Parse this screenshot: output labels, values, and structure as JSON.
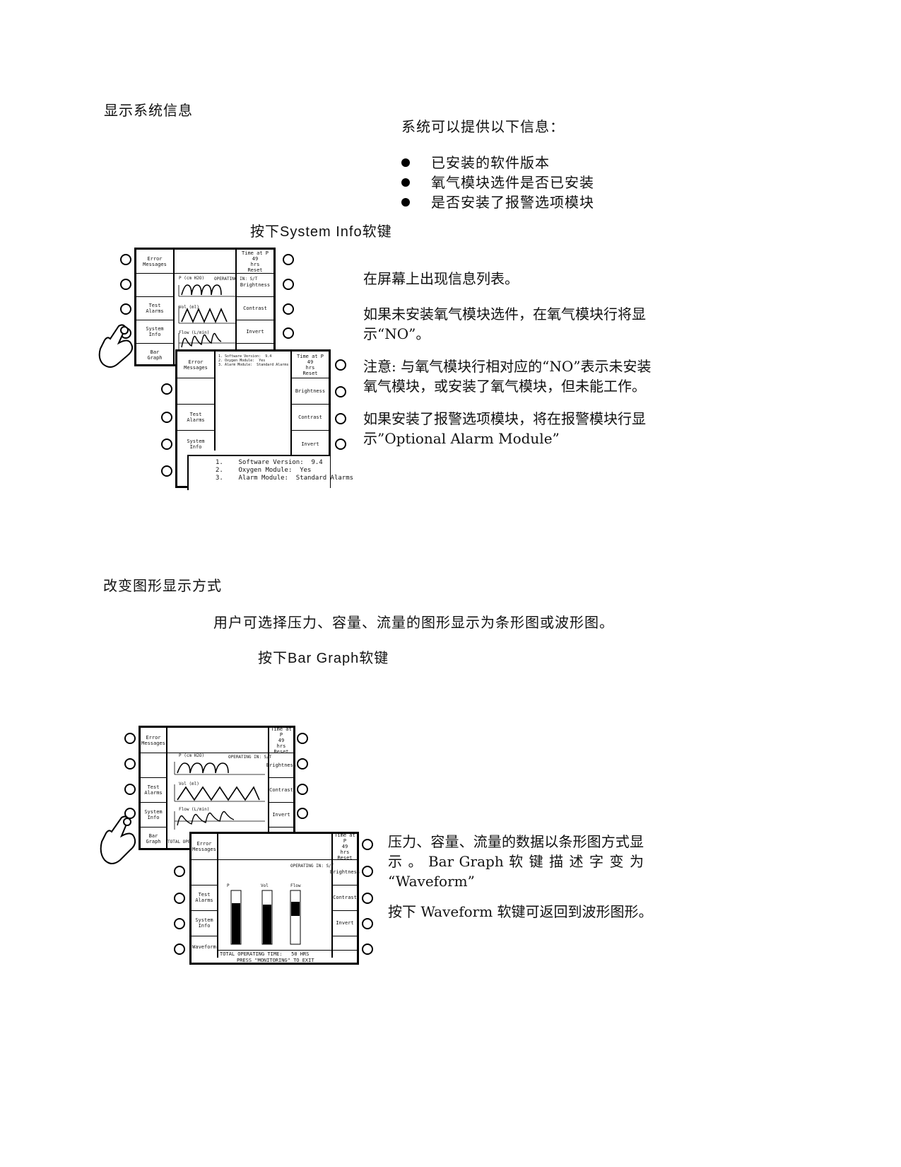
{
  "section1": {
    "title": "显示系统信息",
    "intro": "系统可以提供以下信息：",
    "bullets": [
      "已安装的软件版本",
      "氧气模块选件是否已安装",
      "是否安装了报警选项模块"
    ],
    "instruction_pre": "按下",
    "instruction_key": "System Info",
    "instruction_post": "软键",
    "paragraphs": [
      "在屏幕上出现信息列表。",
      "如果未安装氧气模块选件，在氧气模块行将显示“NO”。",
      "注意: 与氧气模块行相对应的“NO”表示未安装氧气模块，或安装了氧气模块，但未能工作。",
      "如果安装了报警选项模块，将在报警模块行显示”Optional Alarm Module”"
    ]
  },
  "section2": {
    "title": "改变图形显示方式",
    "intro": "用户可选择压力、容量、流量的图形显示为条形图或波形图。",
    "instruction_pre": "按下",
    "instruction_key": "Bar Graph",
    "instruction_post": "软键",
    "paragraph1_line1": "压力、容量、流量的数据以条形图方式显",
    "paragraph1_line2": "示 。 Bar Graph 软 键 描 述 字 变 为",
    "paragraph1_line3": "“Waveform”",
    "paragraph2": "按下 Waveform 软键可返回到波形图形。"
  },
  "device": {
    "left_keys_main": [
      "Error\nMessages",
      "",
      "Test\nAlarms",
      "System\nInfo",
      "Bar\nGraph"
    ],
    "left_keys_alt": [
      "Error\nMessages",
      "",
      "Test\nAlarms",
      "System\nInfo",
      "Waveform"
    ],
    "right_keys": [
      "Time at P\n49\nhrs\nReset",
      "Brightness",
      "Contrast",
      "Invert",
      ""
    ],
    "operating": "OPERATING IN: S/T",
    "wave_labels": [
      "P (cm H2O)",
      "Vol (ml)",
      "Flow (L/min)"
    ],
    "sysinfo_small": [
      "1. Software Version:  9.4",
      "2. Oxygen Module:  Yes",
      "3. Alarm Module:  Standard Alarms"
    ],
    "sysinfo_lines": [
      "1.    Software Version:  9.4",
      "2.    Oxygen Module:  Yes",
      "3.    Alarm Module:  Standard Alarms"
    ],
    "bar_labels": [
      "P",
      "Vol",
      "Flow"
    ],
    "footer_line1": "TOTAL OPERATING TIME:   50 HRS",
    "footer_line2": "PRESS \"MONITORING\" TO EXIT",
    "total_oper": "TOTAL OPER"
  }
}
